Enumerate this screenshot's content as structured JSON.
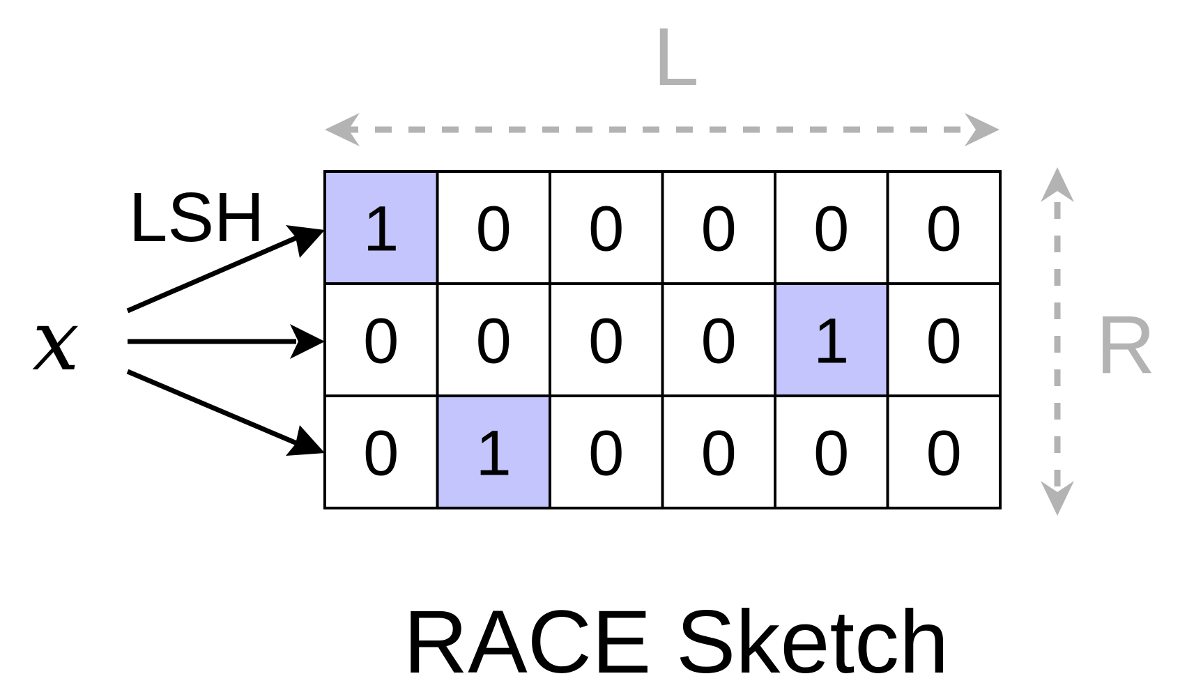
{
  "title": "RACE Sketch",
  "input_label": "x",
  "hash_label": "LSH",
  "width_label": "L",
  "height_label": "R",
  "colors": {
    "highlight": "#c4c5fd",
    "grid_line": "#000000",
    "dimension": "#b3b3b3",
    "text": "#000000"
  },
  "grid": [
    [
      "1",
      "0",
      "0",
      "0",
      "0",
      "0"
    ],
    [
      "0",
      "0",
      "0",
      "0",
      "1",
      "0"
    ],
    [
      "0",
      "1",
      "0",
      "0",
      "0",
      "0"
    ]
  ]
}
